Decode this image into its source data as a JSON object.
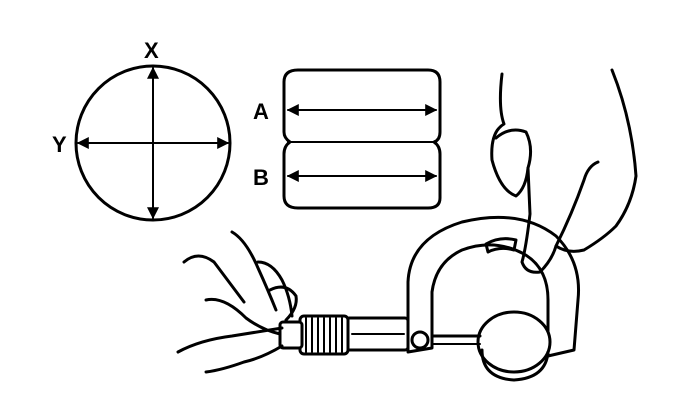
{
  "labels": {
    "x_axis": "X",
    "y_axis": "Y",
    "section_a": "A",
    "section_b": "B"
  },
  "colors": {
    "ink": "#000000",
    "background": "#ffffff"
  }
}
